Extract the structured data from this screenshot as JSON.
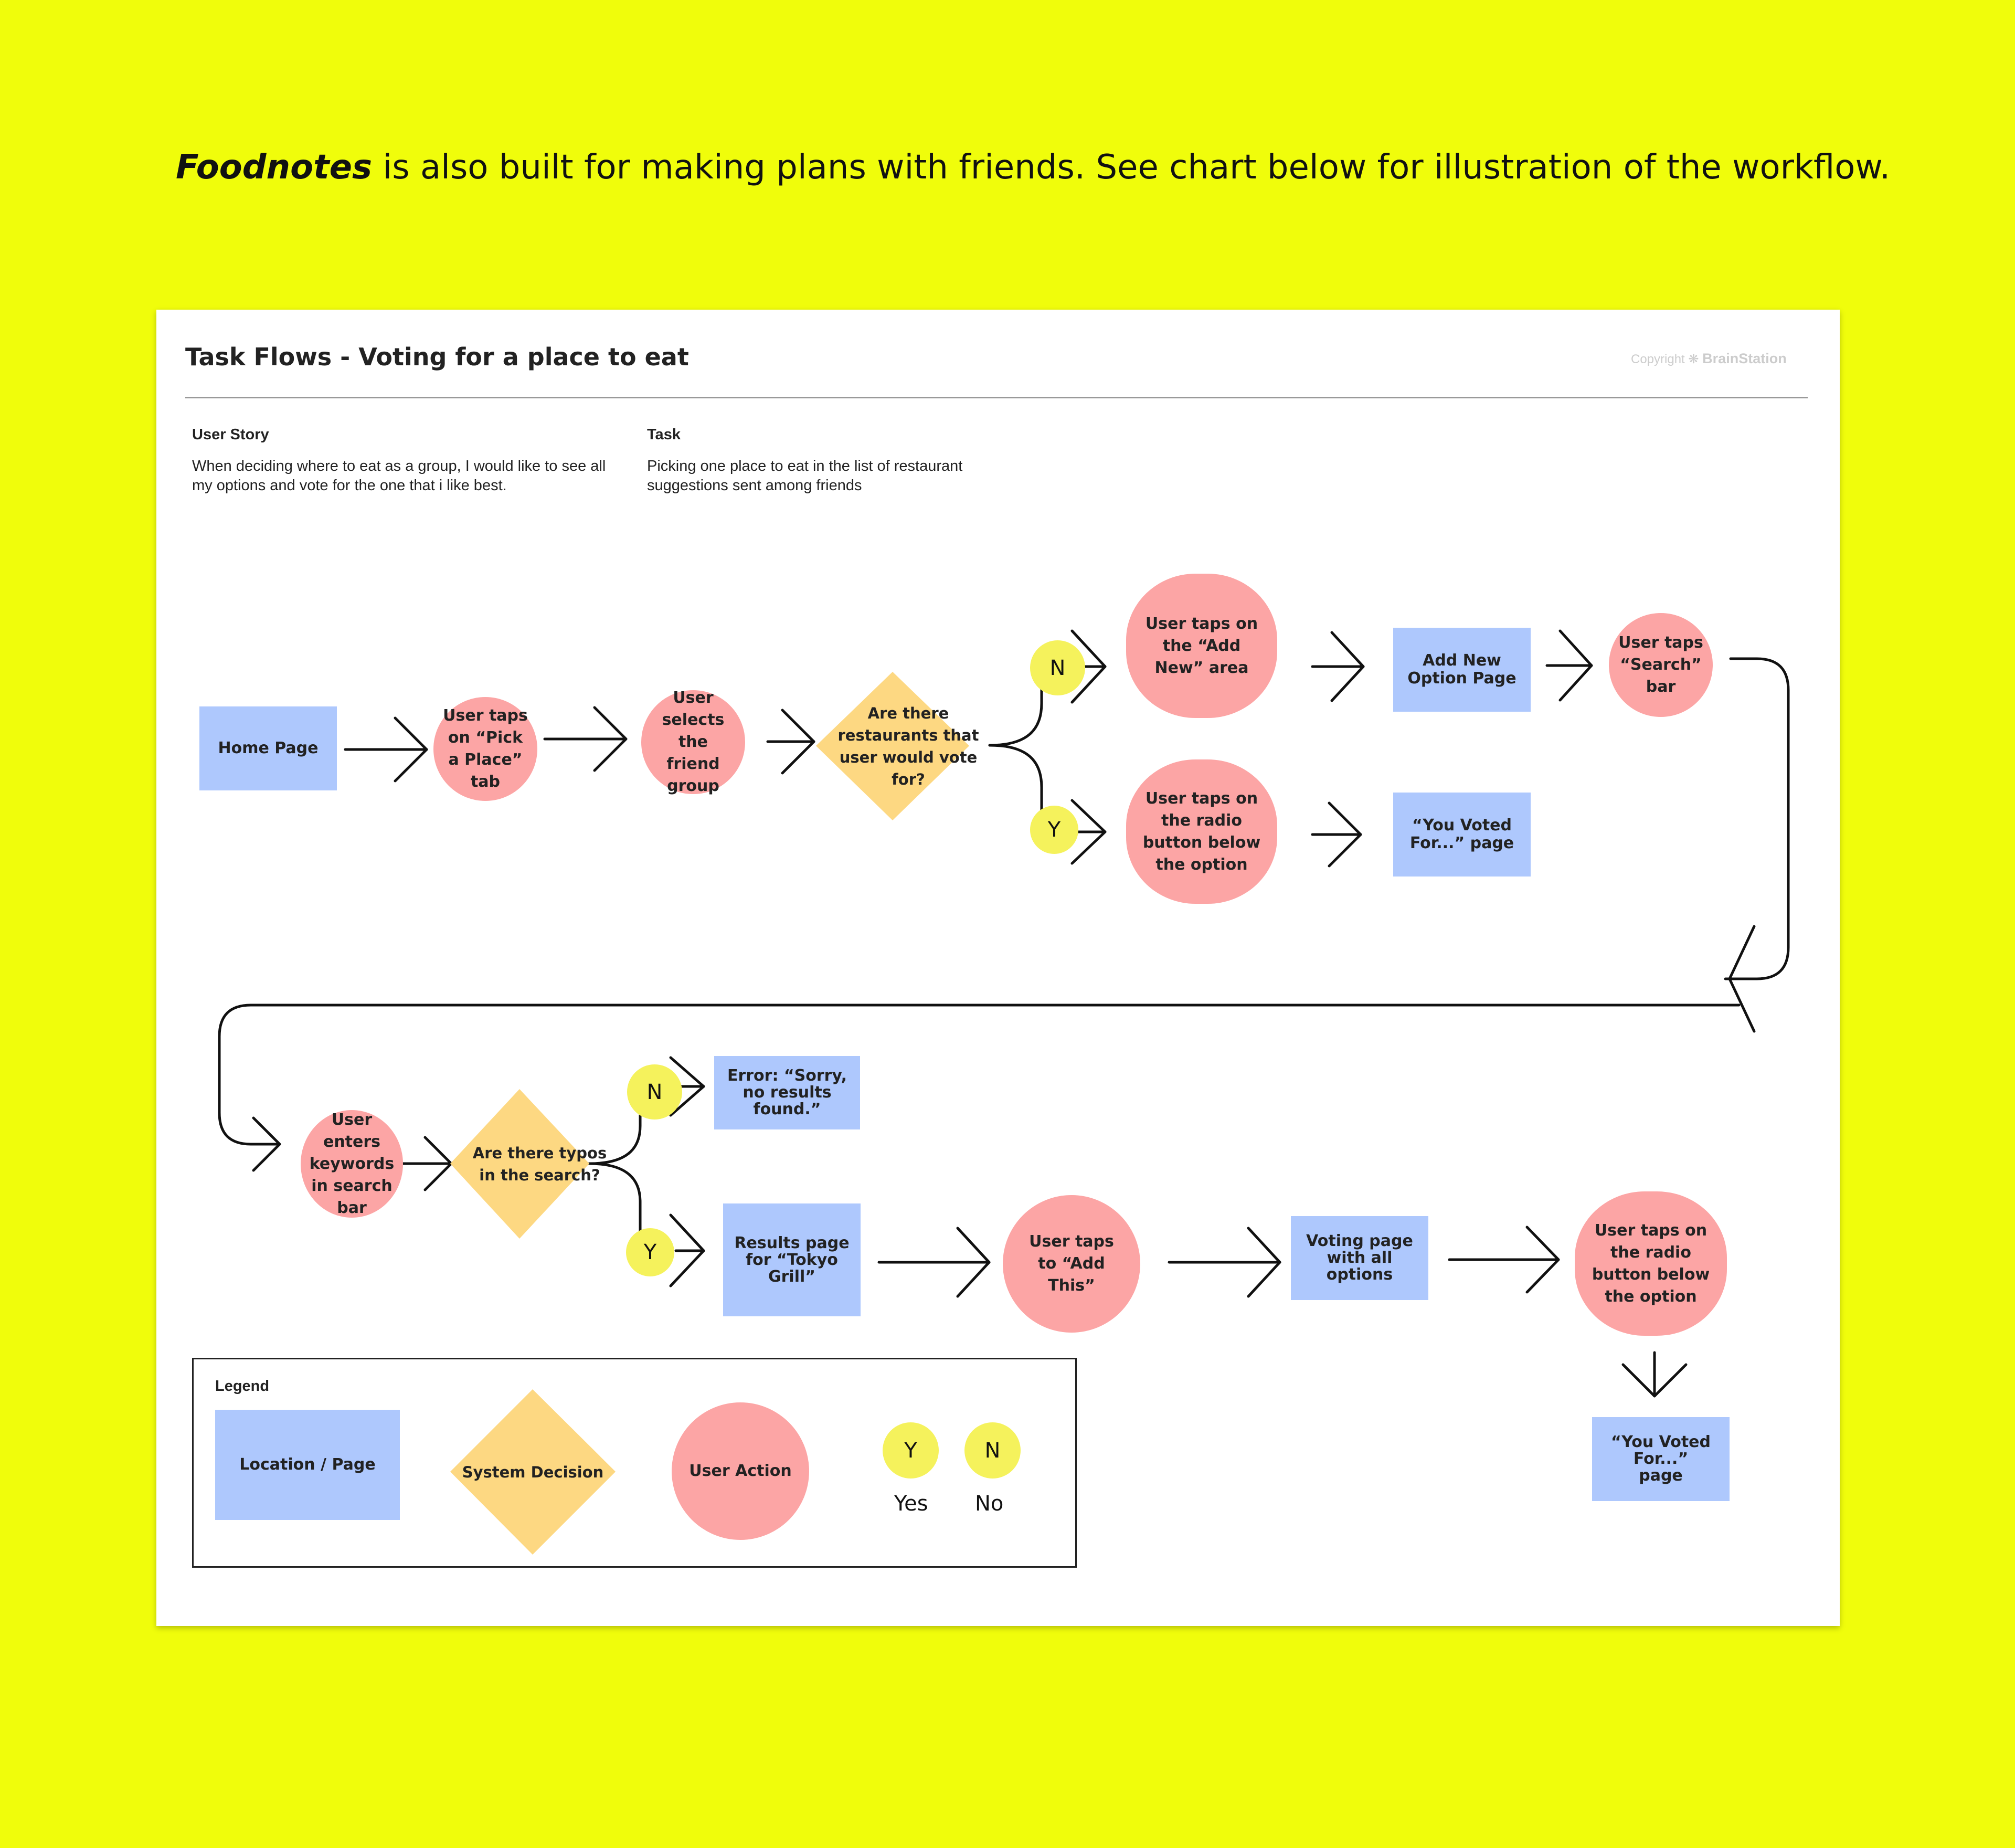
{
  "intro": {
    "brand": "Foodnotes",
    "text": " is also built for making plans with friends. See chart below for illustration of the workflow."
  },
  "card": {
    "title": "Task Flows - Voting for a place to eat",
    "copyright_label": "Copyright",
    "copyright_brand": "BrainStation",
    "user_story_label": "User Story",
    "user_story_text": "When deciding where to eat as a group, I would like to see all my options and vote for the one that i like best.",
    "task_label": "Task",
    "task_text": "Picking one place to eat in the list of restaurant suggestions sent among friends"
  },
  "nodes": {
    "home": "Home Page",
    "pick_place": "User taps on “Pick a Place” tab",
    "select_group": "User selects the friend group",
    "decision_vote": "Are there restaurants that user would vote for?",
    "add_new": "User taps on the “Add New” area",
    "add_new_page": "Add New Option Page",
    "search_bar": "User taps “Search” bar",
    "radio_top": "User taps on the radio button below the option",
    "voted_top": "“You Voted For...” page",
    "keywords": "User enters keywords in search bar",
    "decision_typos": "Are there typos in the search?",
    "error": "Error: “Sorry, no results found.”",
    "results": "Results page for “Tokyo Grill”",
    "add_this": "User taps to “Add This”",
    "voting_page": "Voting page with all options",
    "radio_bottom": "User taps on the radio button below the option",
    "voted_bottom": "“You Voted For...” page"
  },
  "badges": {
    "yes": "Y",
    "no": "N"
  },
  "legend": {
    "title": "Legend",
    "location": "Location / Page",
    "decision": "System Decision",
    "action": "User Action",
    "yes_label": "Yes",
    "no_label": "No"
  },
  "colors": {
    "background": "#f0fd0b",
    "page": "#aec8fd",
    "decision": "#fdd882",
    "action": "#fca5a5",
    "badge": "#f5f25c"
  }
}
